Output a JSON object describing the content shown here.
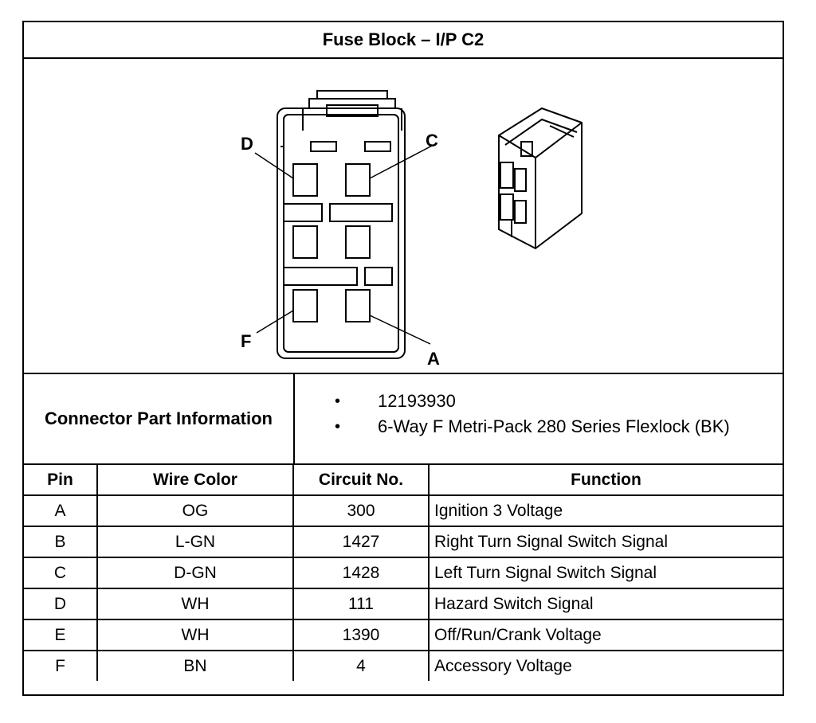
{
  "header": {
    "title": "Fuse Block – I/P C2"
  },
  "figure": {
    "callouts": {
      "d": "D",
      "c": "C",
      "f": "F",
      "a": "A"
    }
  },
  "connector_part_information": {
    "label": "Connector Part Information",
    "items": [
      "12193930",
      "6-Way F Metri-Pack 280 Series Flexlock (BK)"
    ],
    "bullet": "•"
  },
  "pin_table": {
    "headers": {
      "pin": "Pin",
      "wire_color": "Wire Color",
      "circuit_no": "Circuit No.",
      "function": "Function"
    },
    "rows": [
      {
        "pin": "A",
        "wire_color": "OG",
        "circuit_no": "300",
        "function": "Ignition 3 Voltage"
      },
      {
        "pin": "B",
        "wire_color": "L-GN",
        "circuit_no": "1427",
        "function": "Right Turn Signal Switch Signal"
      },
      {
        "pin": "C",
        "wire_color": "D-GN",
        "circuit_no": "1428",
        "function": "Left Turn Signal Switch Signal"
      },
      {
        "pin": "D",
        "wire_color": "WH",
        "circuit_no": "111",
        "function": "Hazard Switch Signal"
      },
      {
        "pin": "E",
        "wire_color": "WH",
        "circuit_no": "1390",
        "function": "Off/Run/Crank Voltage"
      },
      {
        "pin": "F",
        "wire_color": "BN",
        "circuit_no": "4",
        "function": "Accessory Voltage"
      }
    ]
  }
}
